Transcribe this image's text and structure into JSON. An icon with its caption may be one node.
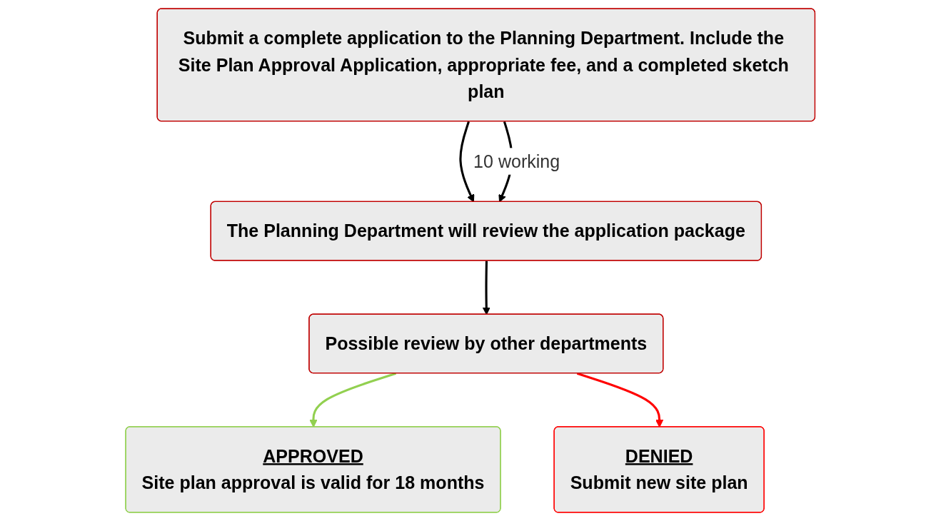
{
  "diagram": {
    "nodes": [
      {
        "text": [
          "Submit a complete application to the Planning Department. Include the Site Plan Approval Application, appropriate fee, and a completed sketch plan"
        ]
      },
      {
        "text": [
          "The Planning Department will review the application package"
        ]
      },
      {
        "text": [
          "Possible review by other departments"
        ]
      },
      {
        "text": [
          "APPROVED",
          "Site plan approval is valid for 18 months"
        ]
      },
      {
        "text": [
          "DENIED",
          "Submit new site plan"
        ]
      }
    ],
    "edges": [
      {
        "from": 0,
        "to": 1,
        "arrow": "to"
      },
      {
        "from": 0,
        "to": 1,
        "arrow": "to",
        "label": "10 working"
      },
      {
        "from": 1,
        "to": 2,
        "arrow": "to"
      },
      {
        "from": 2,
        "to": 3,
        "arrow": "to",
        "color": "#92d050"
      },
      {
        "from": 2,
        "to": 4,
        "arrow": "to",
        "color": "#ff0000"
      }
    ]
  }
}
